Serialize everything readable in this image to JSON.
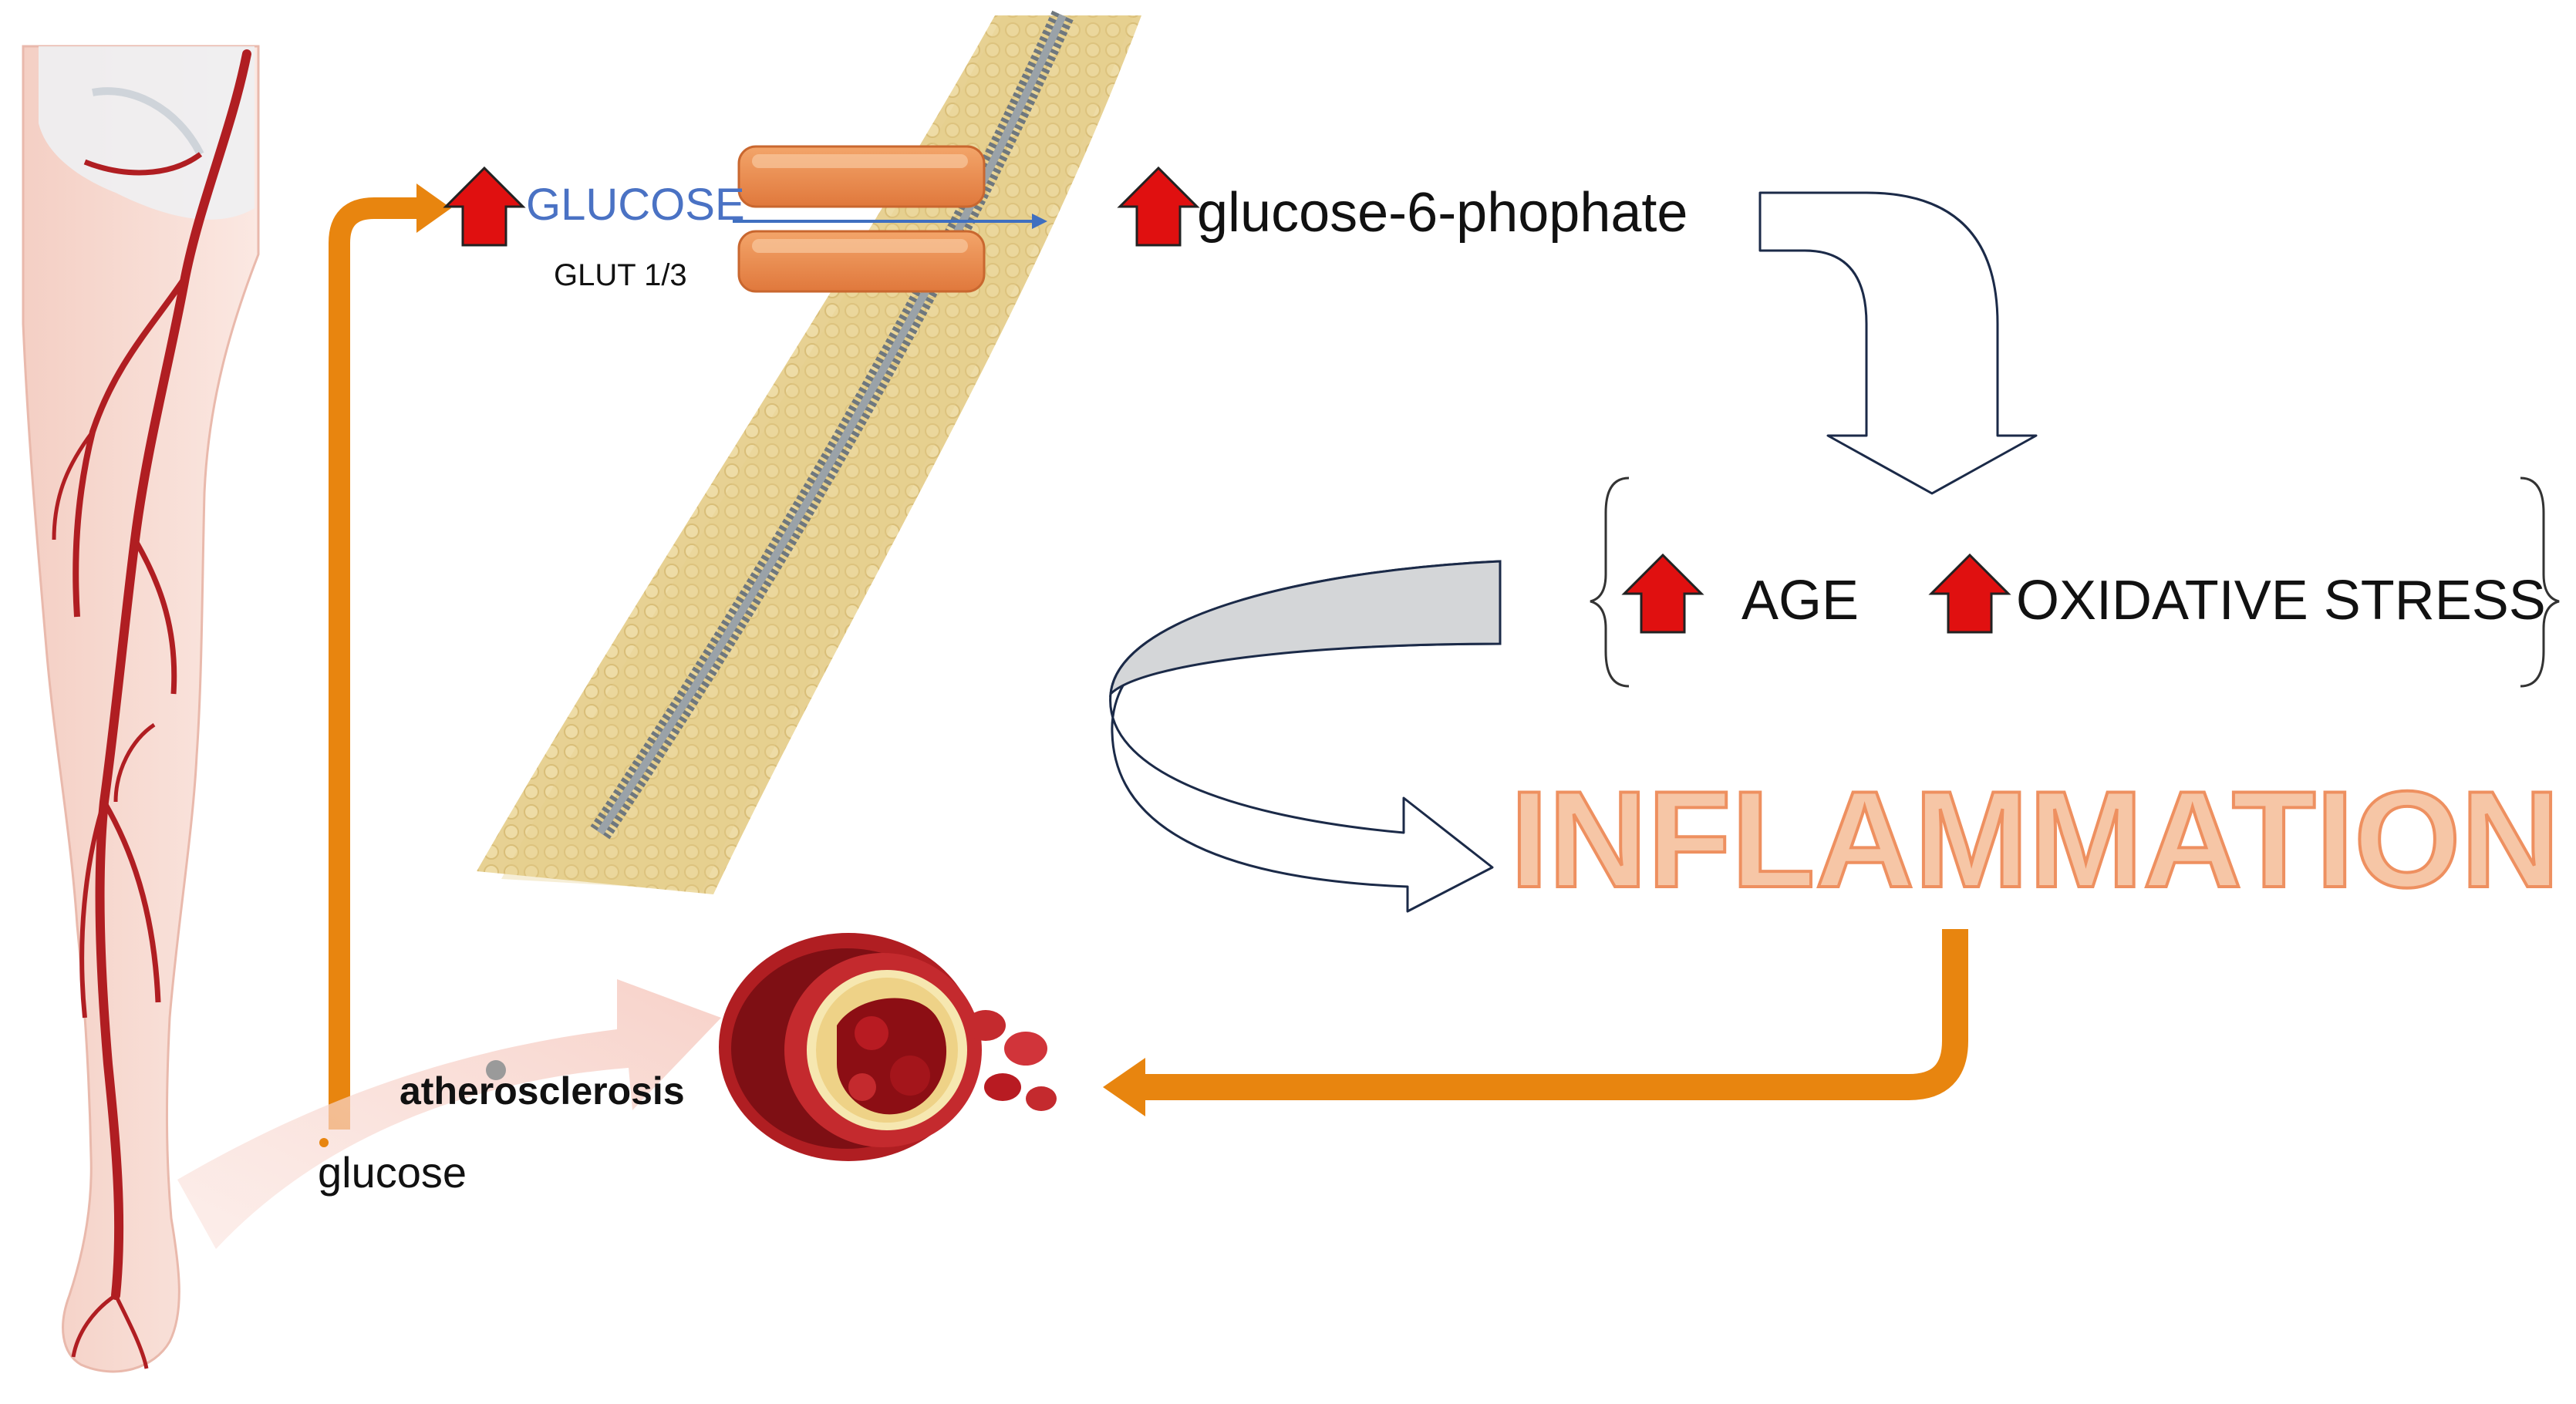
{
  "labels": {
    "glucose_cell": "GLUCOSE",
    "transporter": "GLUT 1/3",
    "g6p": "glucose-6-phophate",
    "age": "AGE",
    "oxidative_stress": "OXIDATIVE STRESS",
    "inflammation": "INFLAMMATION",
    "atherosclerosis": "atherosclerosis",
    "glucose_blood": "glucose"
  },
  "colors": {
    "orange_arrow": "#E8850F",
    "up_arrow_red": "#E01010",
    "glucose_blue": "#4A72C4",
    "inflammation_fill": "#F6C6A6",
    "inflammation_stroke": "#EE9060",
    "membrane_beige": "#E7D193",
    "membrane_core": "#8A9298",
    "vessel_red": "#B01E22",
    "skin": "#F7D9CF",
    "outline_arrow_stroke": "#1B2A48",
    "loop_arrow_fill": "#D4D6D8"
  },
  "icons": [
    "up-arrow-icon",
    "leg-arteries-illustration",
    "cell-membrane-illustration",
    "glut-transporter-icon",
    "artery-plaque-illustration"
  ]
}
